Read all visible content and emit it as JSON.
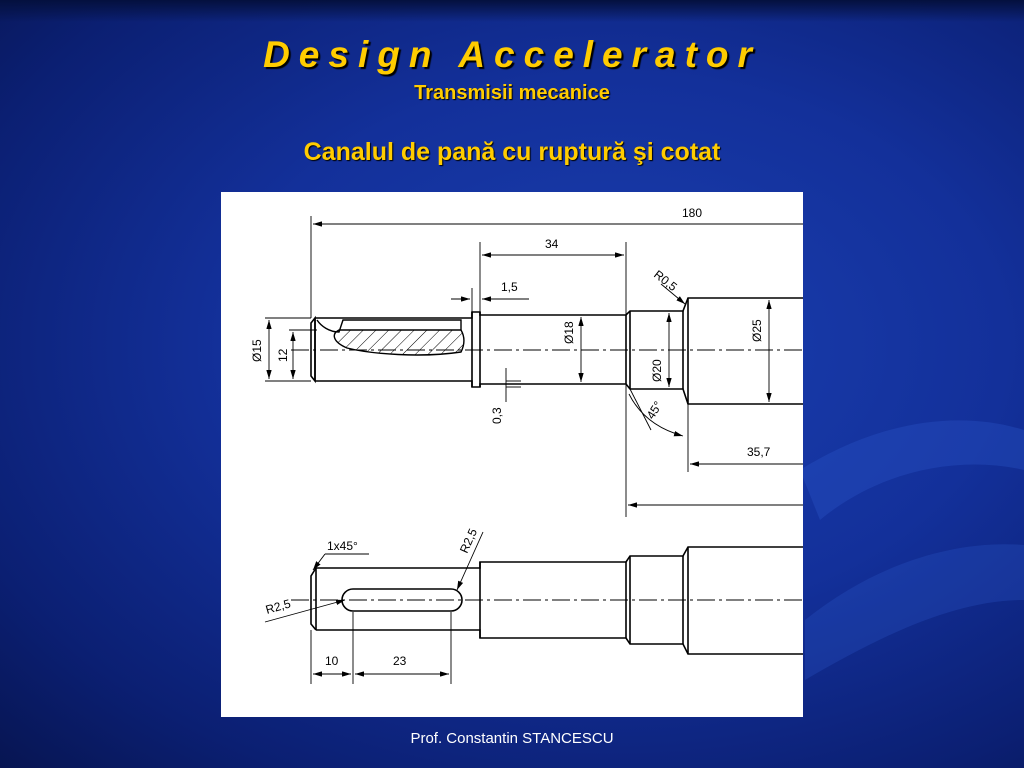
{
  "slide": {
    "title": "Design Accelerator",
    "subtitle": "Transmisii mecanice",
    "heading": "Canalul de pană cu ruptură şi cotat",
    "footer": "Prof. Constantin STANCESCU",
    "colors": {
      "title": "#ffcc00",
      "background": "#13309a",
      "footer": "#ffffff"
    }
  },
  "drawing": {
    "dims": {
      "overall_length": "180",
      "seg_length": "34",
      "groove_width": "1,5",
      "radius_top": "R0,5",
      "dia_15": "Ø15",
      "dim_12": "12",
      "dia_18": "Ø18",
      "dia_20": "Ø20",
      "dia_25": "Ø25",
      "depth_03": "0,3",
      "angle_45": "45°",
      "len_357": "35,7",
      "chamfer": "1x45°",
      "radius_a": "R2,5",
      "radius_b": "R2,5",
      "len_10": "10",
      "len_23": "23"
    }
  }
}
